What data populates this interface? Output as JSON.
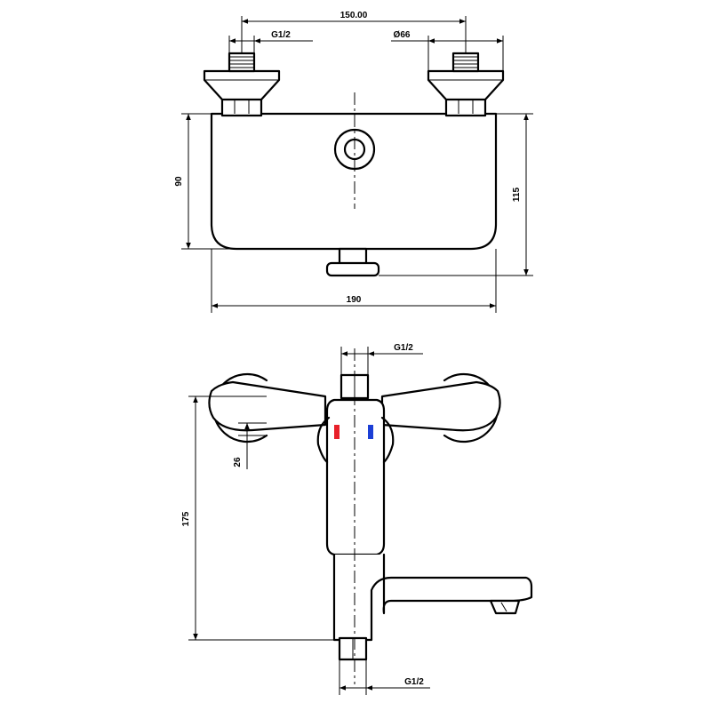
{
  "dimensions": {
    "top_inlet_spacing": "150.00",
    "top_left_thread": "G1/2",
    "top_right_diameter": "Ø66",
    "body_height": "90",
    "total_height_right": "115",
    "body_width": "190",
    "front_top_thread": "G1/2",
    "eccentric_offset": "26",
    "front_height": "175",
    "front_bottom_thread": "G1/2"
  },
  "colors": {
    "hot_indicator": "#e8202a",
    "cold_indicator": "#1c3fd6",
    "line": "#000000"
  }
}
